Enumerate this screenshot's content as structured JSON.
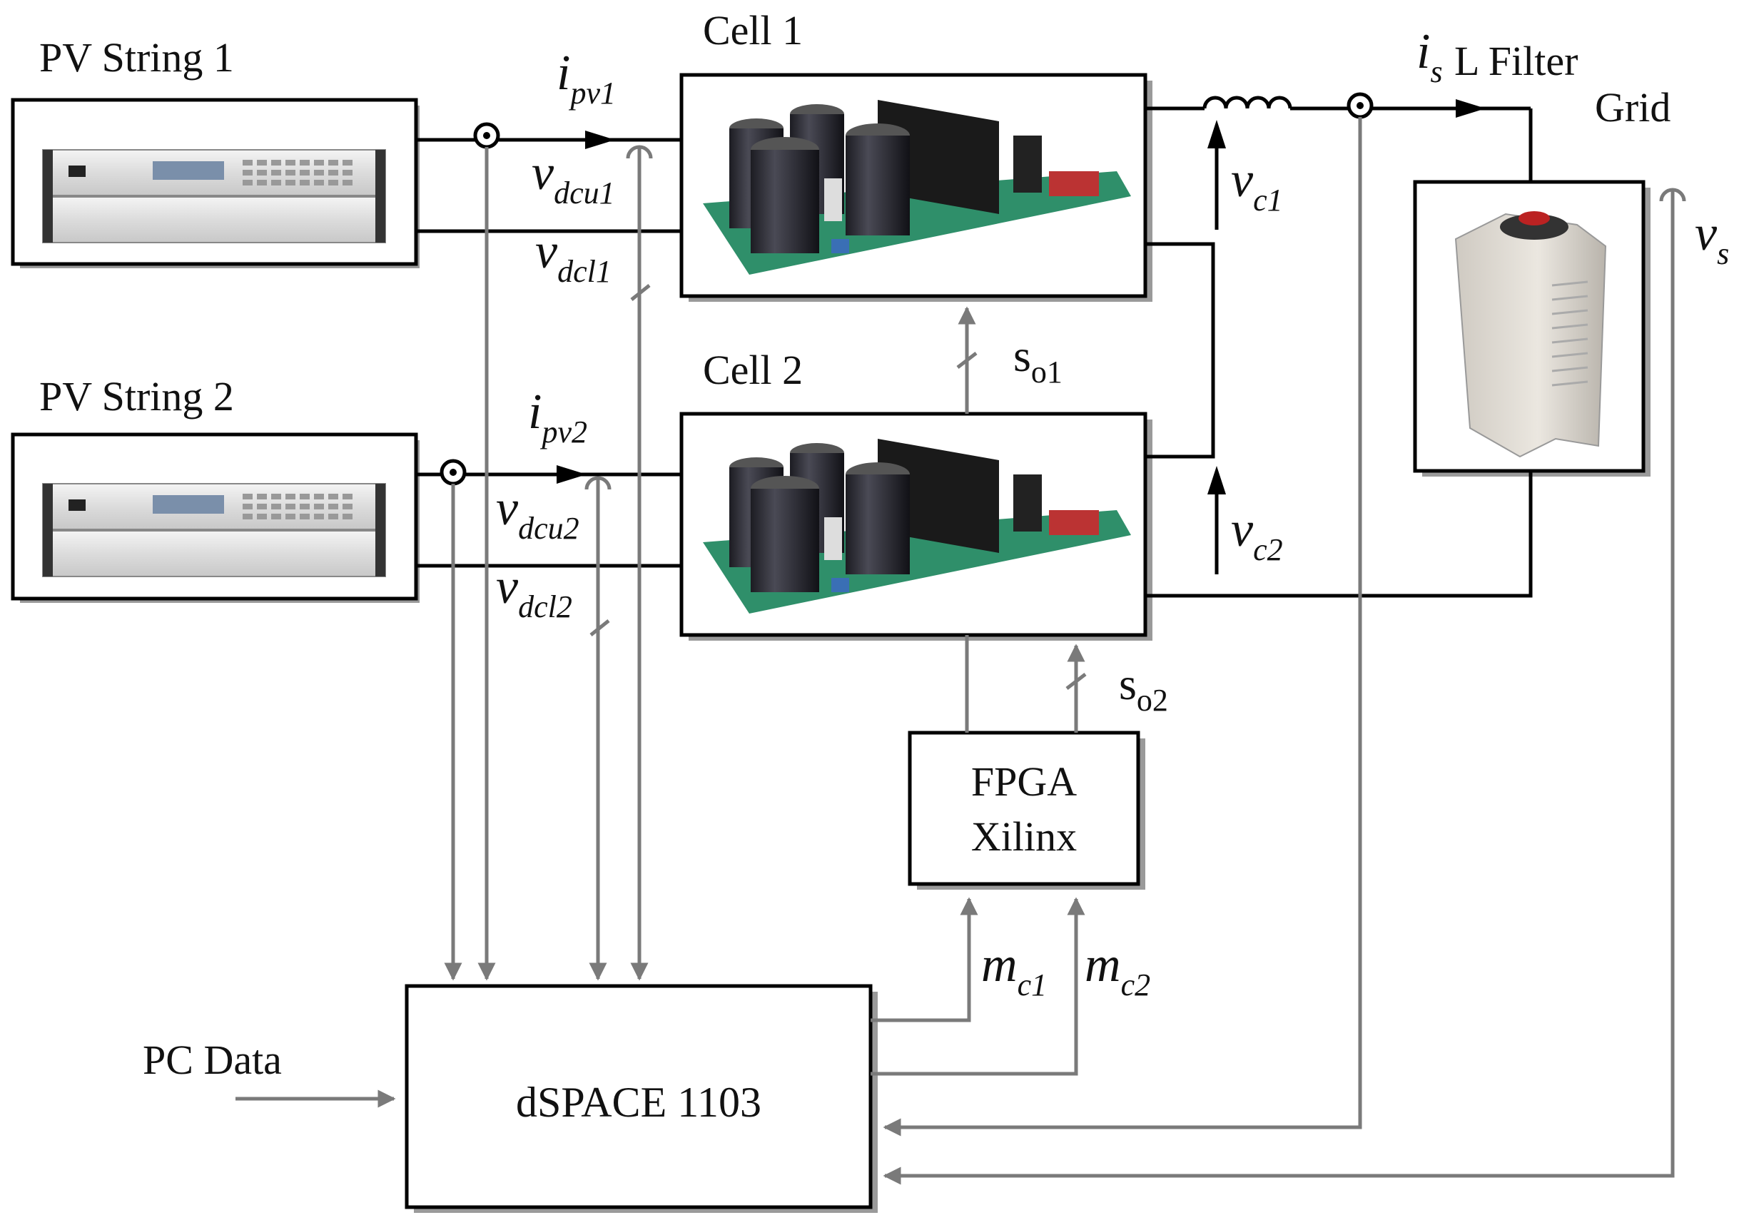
{
  "labels": {
    "pv_string_1": "PV String 1",
    "pv_string_2": "PV String 2",
    "cell_1": "Cell 1",
    "cell_2": "Cell 2",
    "l_filter": "L Filter",
    "grid": "Grid",
    "fpga_line1": "FPGA",
    "fpga_line2": "Xilinx",
    "dspace": "dSPACE 1103",
    "pc_data": "PC Data"
  },
  "signals": {
    "ipv1": {
      "main": "i",
      "sub": "pv1"
    },
    "ipv2": {
      "main": "i",
      "sub": "pv2"
    },
    "vdcu1": {
      "main": "v",
      "sub": "dcu1"
    },
    "vdcl1": {
      "main": "v",
      "sub": "dcl1"
    },
    "vdcu2": {
      "main": "v",
      "sub": "dcu2"
    },
    "vdcl2": {
      "main": "v",
      "sub": "dcl2"
    },
    "is": {
      "main": "i",
      "sub": "s"
    },
    "vs": {
      "main": "v",
      "sub": "s"
    },
    "vc1": {
      "main": "v",
      "sub": "c1"
    },
    "vc2": {
      "main": "v",
      "sub": "c2"
    },
    "so1": {
      "main": "s",
      "sub": "o1"
    },
    "so2": {
      "main": "s",
      "sub": "o2"
    },
    "mc1": {
      "main": "m",
      "sub": "c1"
    },
    "mc2": {
      "main": "m",
      "sub": "c2"
    }
  },
  "colors": {
    "power_line": "#000000",
    "signal_line": "#7a7a7a",
    "box_border": "#000000",
    "box_shadow": "#9a9a9a"
  }
}
